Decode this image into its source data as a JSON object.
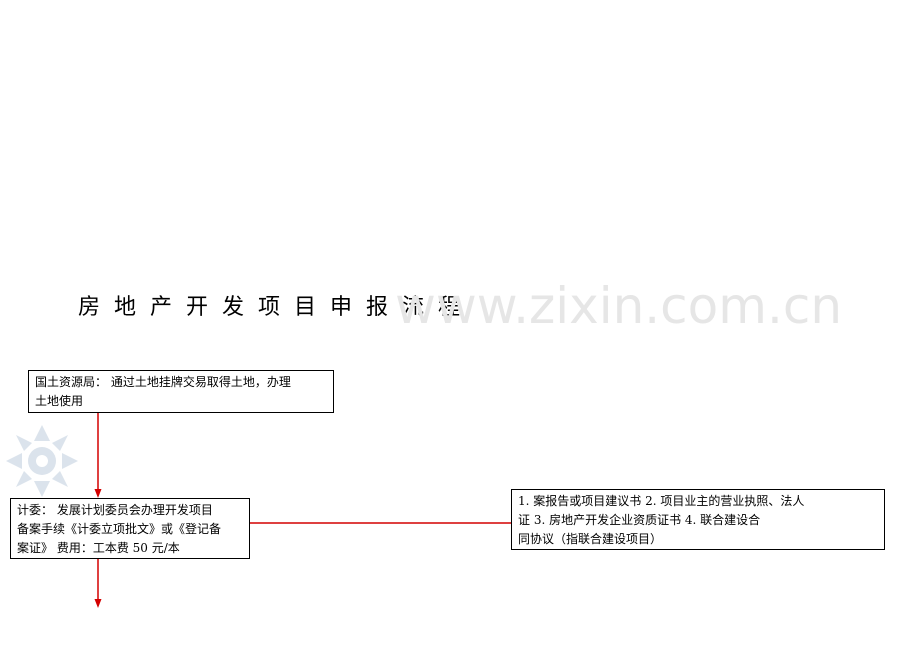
{
  "title": "房地产开发项目申报流程",
  "watermark": "www.zixin.com.cn",
  "boxes": {
    "land_bureau": {
      "line1": "国土资源局：  通过土地挂牌交易取得土地，办理",
      "line2": "土地使用"
    },
    "planning_committee": {
      "line1": "计委：   发展计划委员会办理开发项目",
      "line2": "备案手续《计委立项批文》或《登记备",
      "line3": "案证》           费用：工本费 50 元/本"
    },
    "required_docs": {
      "line1": "1.      案报告或项目建议书    2.      项目业主的营业执照、法人",
      "line2": "证    3.    房地产开发企业资质证书          4.          联合建设合",
      "line3": "同协议（指联合建设项目）"
    }
  },
  "colors": {
    "arrow": "#d40000",
    "border": "#000000",
    "watermark": "#e6e6e6",
    "snowflake": "#dbe3ec"
  }
}
